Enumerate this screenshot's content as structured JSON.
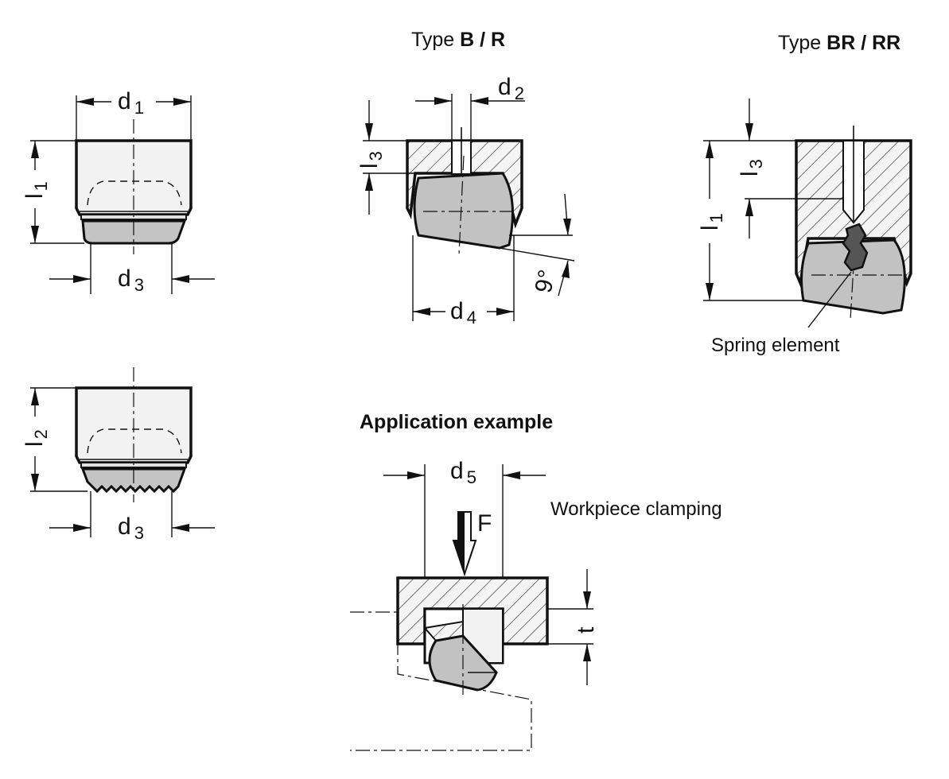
{
  "titles": {
    "type_b_r": {
      "prefix": "Type ",
      "bold": "B / R"
    },
    "type_br_rr": {
      "prefix": "Type ",
      "bold": "BR / RR"
    },
    "application": "Application example"
  },
  "dimensions": {
    "d1": {
      "main": "d",
      "sub": "1"
    },
    "d2": {
      "main": "d",
      "sub": "2"
    },
    "d3a": {
      "main": "d",
      "sub": "3"
    },
    "d3b": {
      "main": "d",
      "sub": "3"
    },
    "d4": {
      "main": "d",
      "sub": "4"
    },
    "d5": {
      "main": "d",
      "sub": "5"
    },
    "l1a": {
      "main": "l",
      "sub": "1"
    },
    "l1b": {
      "main": "l",
      "sub": "1"
    },
    "l2": {
      "main": "l",
      "sub": "2"
    },
    "l3a": {
      "main": "l",
      "sub": "3"
    },
    "l3b": {
      "main": "l",
      "sub": "3"
    },
    "t": "t",
    "angle": "9°",
    "force": "F"
  },
  "notes": {
    "spring_element": "Spring element",
    "workpiece_clamping": "Workpiece clamping"
  }
}
